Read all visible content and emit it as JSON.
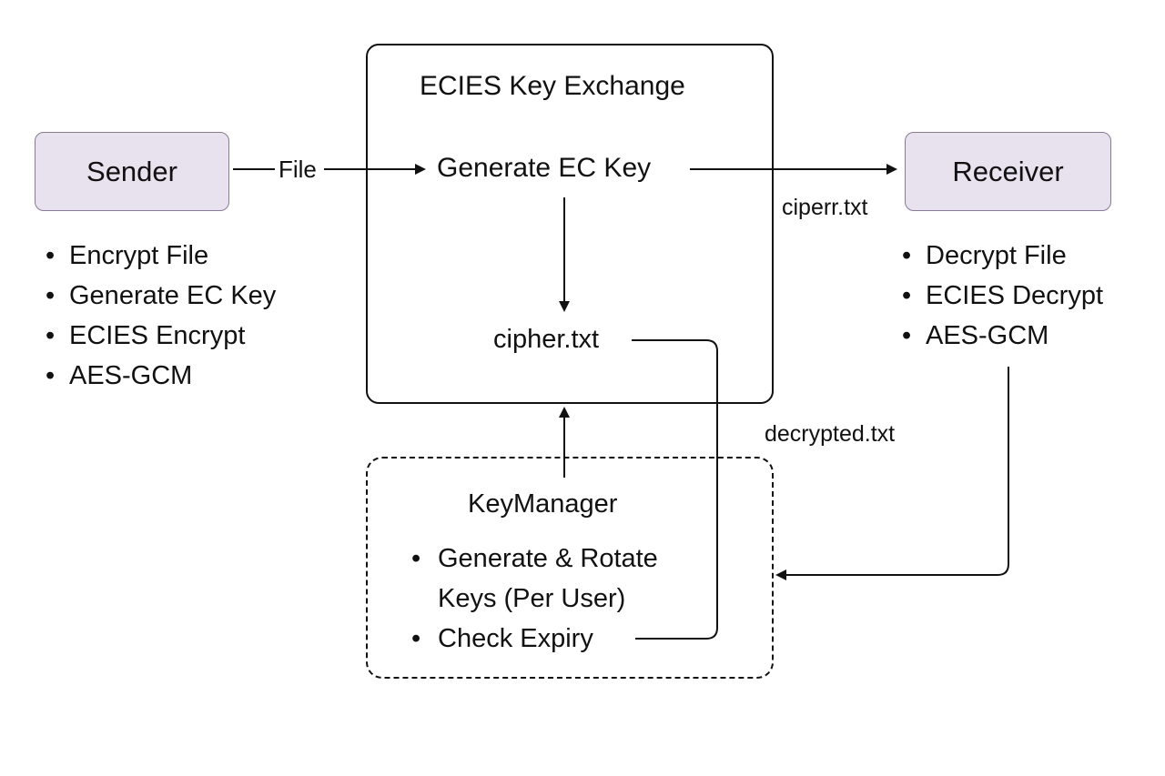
{
  "title": "ECIES Key Exchange",
  "sender": {
    "label": "Sender",
    "features": [
      "Encrypt File",
      "Generate EC Key",
      "ECIES Encrypt",
      "AES-GCM"
    ]
  },
  "receiver": {
    "label": "Receiver",
    "features": [
      "Decrypt File",
      "ECIES Decrypt",
      "AES-GCM"
    ]
  },
  "exchange": {
    "generate_step": "Generate EC Key",
    "output_file": "cipher.txt"
  },
  "key_manager": {
    "title": "KeyManager",
    "feature_1_line_1": "Generate & Rotate",
    "feature_1_line_2": "Keys (Per User)",
    "feature_2": "Check Expiry"
  },
  "edge_labels": {
    "sender_to_exchange": "File",
    "exchange_to_receiver": "ciperr.txt",
    "receiver_to_key_manager": "decrypted.txt"
  },
  "colors": {
    "actor_fill": "#e8e1ee",
    "actor_border": "#8a7b98",
    "line": "#111111"
  }
}
